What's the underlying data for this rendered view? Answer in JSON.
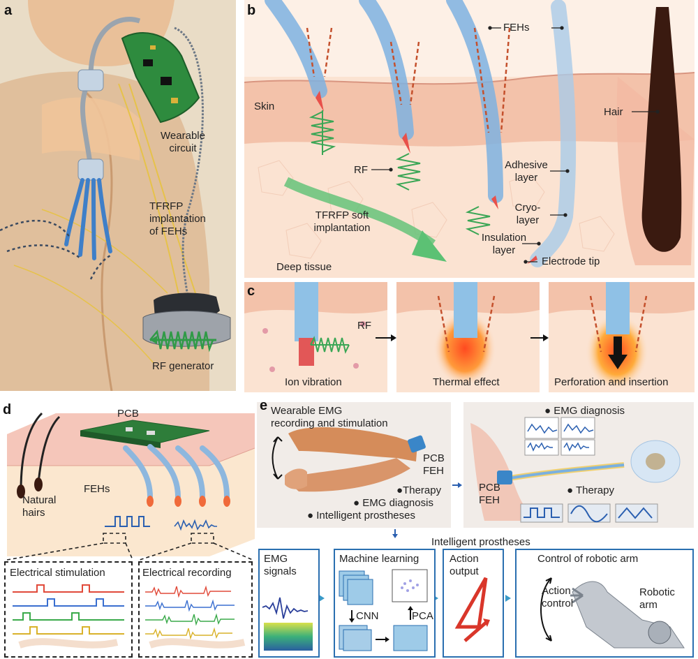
{
  "panels": {
    "a": {
      "label": "a",
      "wearable_circuit": "Wearable\ncircuit",
      "implantation": "TFRFP\nimplantation\nof FEHs",
      "rf_generator": "RF generator"
    },
    "b": {
      "label": "b",
      "skin": "Skin",
      "feh_top": "FEHs",
      "hair": "Hair",
      "rf": "RF",
      "adhesive": "Adhesive\nlayer",
      "soft_implant": "TFRFP soft\nimplantation",
      "cryo": "Cryo-\nlayer",
      "insulation": "Insulation\nlayer",
      "deep_tissue": "Deep tissue",
      "electrode_tip": "Electrode tip"
    },
    "c": {
      "label": "c",
      "rf": "RF",
      "ion_vibration": "Ion vibration",
      "thermal_effect": "Thermal effect",
      "perforation": "Perforation and insertion"
    },
    "d": {
      "label": "d",
      "pcb": "PCB",
      "natural_hairs": "Natural\nhairs",
      "fehs": "FEHs",
      "stimulation": "Electrical stimulation",
      "recording": "Electrical recording"
    },
    "e": {
      "label": "e",
      "wearable_title": "Wearable EMG\nrecording and stimulation",
      "pcb_feh_left": "PCB\nFEH",
      "therapy_bullet": "●Therapy",
      "emg_diag_bullet": "● EMG diagnosis",
      "prostheses_bullet": "● Intelligent prostheses",
      "emg_diagnosis": "● EMG diagnosis",
      "pcb_feh_right": "PCB\nFEH",
      "therapy": "● Therapy",
      "intelligent_prostheses": "Intelligent prostheses",
      "emg_signals": "EMG\nsignals",
      "machine_learning": "Machine learning",
      "cnn": "CNN",
      "pca": "PCA",
      "action_output": "Action\noutput",
      "control_title": "Control of robotic arm",
      "action_control": "Action\ncontrol",
      "robotic_arm": "Robotic\narm"
    }
  },
  "colors": {
    "skin": "#f4c9b3",
    "tissue": "#fbe6d6",
    "feh_blue": "#5b9bd5",
    "rf_green": "#3aa655",
    "heat_red": "#e8502a",
    "box_blue": "#2a6fb0",
    "pcb_green": "#2e8b3e",
    "hair_dark": "#3a1a10"
  }
}
